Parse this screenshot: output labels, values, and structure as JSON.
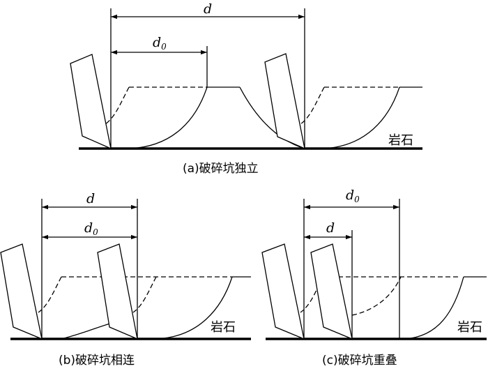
{
  "panel_a": {
    "caption": "(a)破碎坑独立",
    "dim_outer": "d",
    "dim_inner": "d",
    "dim_inner_sub": "0",
    "rock_label": "岩石"
  },
  "panel_b": {
    "caption": "(b)破碎坑相连",
    "dim_outer": "d",
    "dim_inner": "d",
    "dim_inner_sub": "0",
    "rock_label": "岩石"
  },
  "panel_c": {
    "caption": "(c)破碎坑重叠",
    "dim_outer": "d",
    "dim_outer_sub": "0",
    "dim_inner": "d",
    "rock_label": "岩石"
  },
  "colors": {
    "ink": "#000000",
    "background": "#ffffff"
  }
}
